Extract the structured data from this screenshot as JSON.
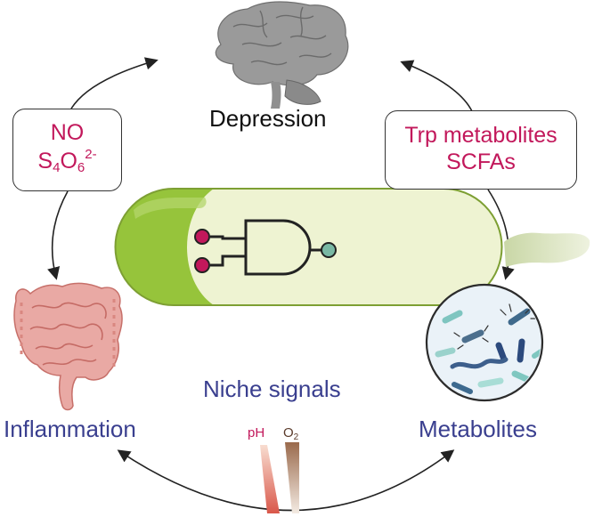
{
  "labels": {
    "depression": "Depression",
    "inflammation": "Inflammation",
    "metabolites": "Metabolites",
    "niche_signals": "Niche signals",
    "ph": "pH",
    "o2_main": "O",
    "o2_sub": "2"
  },
  "left_box": {
    "line1": "NO",
    "s": "S",
    "s_sub": "4",
    "o": "O",
    "o_sub": "6",
    "charge": "2-"
  },
  "right_box": {
    "line1": "Trp metabolites",
    "line2": "SCFAs"
  },
  "colors": {
    "magenta": "#c2185b",
    "blue_label": "#3a3f8f",
    "capsule_dark": "#96c43b",
    "capsule_light": "#eef3d2",
    "output_node": "#79b8a4"
  },
  "icons": [
    "brain-icon",
    "and-gate-icon",
    "colon-icon",
    "microbes-icon",
    "ph-gradient-icon",
    "oxygen-gradient-icon"
  ]
}
